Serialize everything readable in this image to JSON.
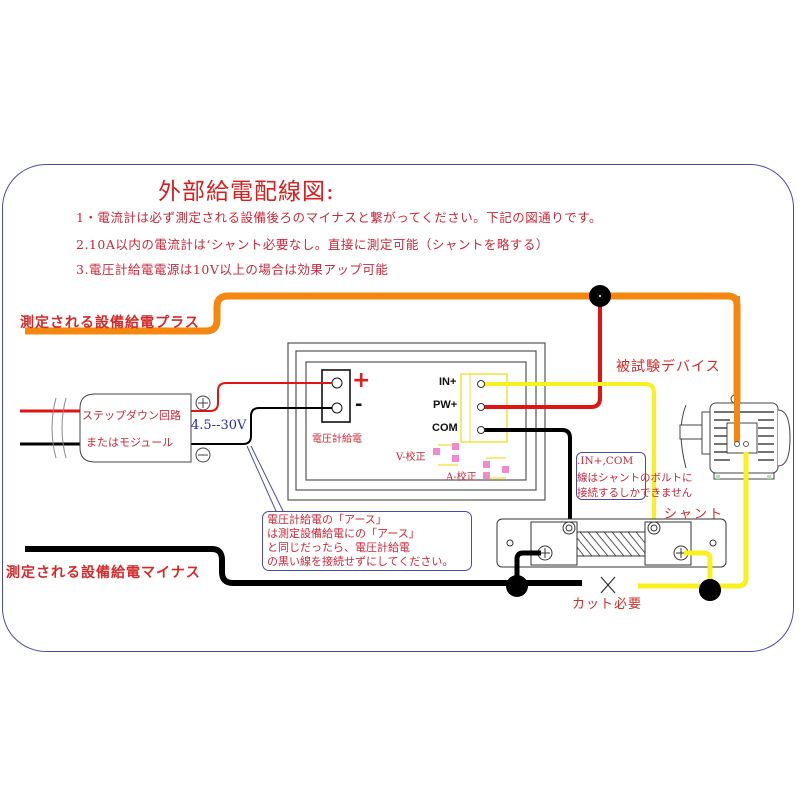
{
  "title": "外部給電配線図:",
  "notes": [
    "1・電流計は必ず測定される設備後ろのマイナスと繋がってください。下記の図通りです。",
    "2.10A以内の電流計は‘シャント必要なし。直接に測定可能（シャントを略する）",
    "3.電圧計給電電源は10V以上の場合は効果アップ可能"
  ],
  "labels": {
    "supply_plus": "測定される設備給電プラス",
    "supply_minus": "測定される設備給電マイナス",
    "device_under_test": "被試験デバイス",
    "shunt": "シャント",
    "cut_required": "カット必要",
    "stepdown_line1": "ステップダウン回路",
    "stepdown_line2": "またはモジュール",
    "voltage_range": "4.5--30V",
    "meter_power": "電圧計給電",
    "plus_symbol": "+",
    "minus_symbol": "-",
    "circle_plus": "⊕",
    "circle_minus": "⊖",
    "v_calibration": "V-校正",
    "a_calibration": "A-校正"
  },
  "meter_pins": [
    "IN+",
    "PW+",
    "COM"
  ],
  "callout_ground": [
    "電圧計給電の「アース」",
    " は測定設備給電にの「アース」",
    "と同じだったら、電圧計給電",
    "の黒い線を接続せずにしてください。"
  ],
  "callout_shunt": [
    ".IN+,COM",
    "線はシャントのボルトに",
    "接続するしかできません"
  ],
  "colors": {
    "supply_plus_wire": "#f5870f",
    "red_wire": "#e01414",
    "black_wire": "#000000",
    "yellow_wire": "#f8f020",
    "frame_border": "#4a4aa8",
    "text_red": "#d42a2a",
    "text_blue": "#2a2aa8",
    "calibration_pad": "#f08ac8"
  }
}
